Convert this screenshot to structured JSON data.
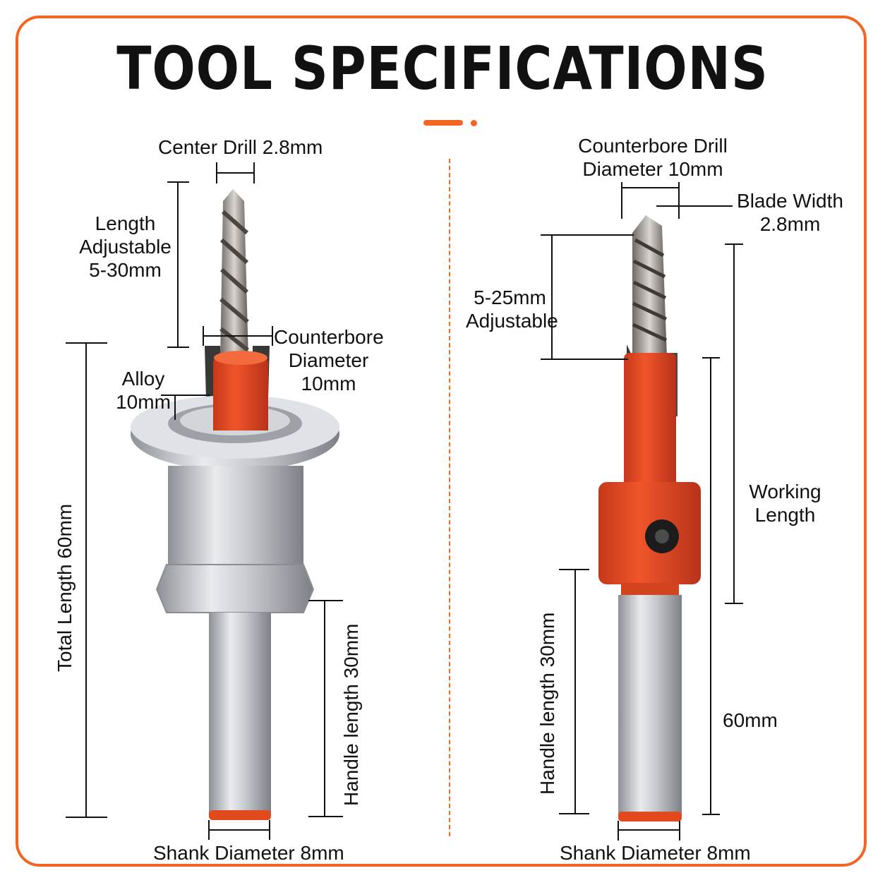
{
  "title": "TOOL SPECIFICATIONS",
  "colors": {
    "accent": "#f26522",
    "steel": "#c9ccd0",
    "orange_part": "#e8481c"
  },
  "left_tool": {
    "center_drill": "Center Drill 2.8mm",
    "length_adjustable": [
      "Length",
      "Adjustable",
      "5-30mm"
    ],
    "counterbore_diameter": [
      "Counterbore",
      "Diameter",
      "10mm"
    ],
    "alloy": [
      "Alloy",
      "10mm"
    ],
    "total_length": "Total Length 60mm",
    "handle_length": "Handle length 30mm",
    "shank_diameter": "Shank Diameter 8mm"
  },
  "right_tool": {
    "counterbore_drill": [
      "Counterbore Drill",
      "Diameter 10mm"
    ],
    "blade_width": [
      "Blade Width",
      "2.8mm"
    ],
    "adjustable": [
      "5-25mm",
      "Adjustable"
    ],
    "working_length": [
      "Working",
      "Length"
    ],
    "overall": "60mm",
    "handle_length": "Handle length 30mm",
    "shank_diameter": "Shank Diameter 8mm"
  }
}
